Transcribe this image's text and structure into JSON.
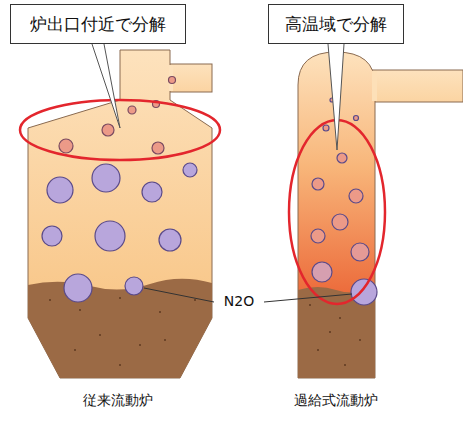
{
  "diagram": {
    "nodes": [
      {
        "text": [
          "炉出口付近で分解"
        ]
      },
      {
        "text": [
          "高温域で分解"
        ]
      }
    ],
    "labels": [
      "N2O",
      "従来流動炉",
      "過給式流動炉"
    ]
  }
}
